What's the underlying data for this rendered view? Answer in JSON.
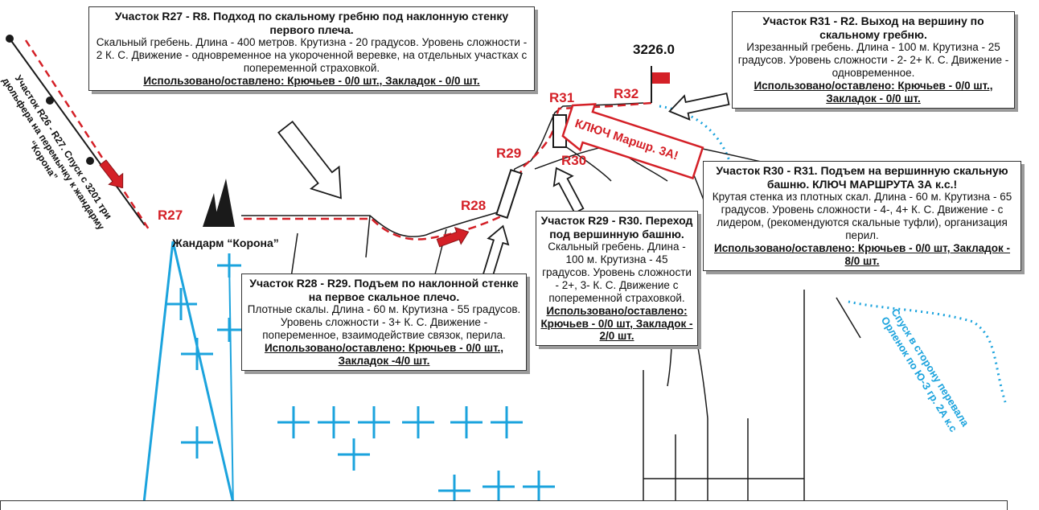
{
  "summit": {
    "elevation": "3226.0"
  },
  "points": {
    "r27": "R27",
    "r28": "R28",
    "r29": "R29",
    "r30": "R30",
    "r31": "R31",
    "r32": "R32"
  },
  "gendarme_label": "Жандарм “Корона”",
  "key_arrow_label": "КЛЮЧ Маршр. 3А!",
  "side_labels": {
    "left_descent": "Участок R26 - R27. Спуск с 3201 три дюльфера на перемычку к жандарму “Корона”",
    "descent_orlenok": "Спуск в сторону перевала Орленок по Ю-З гр. 2А к.с"
  },
  "boxes": {
    "r27_r8": {
      "title": "Участок R27 - R8. Подход по скальному гребню под наклонную стенку первого плеча.",
      "body": "Скальный гребень.  Длина - 400 метров. Крутизна - 20 градусов. Уровень сложности - 2 К. С. Движение - одновременное на укороченной веревке, на отдельных участках с попеременной страховкой.",
      "used": "Использовано/оставлено: Крючьев - 0/0 шт., Закладок - 0/0 шт."
    },
    "r31_r2": {
      "title": "Участок R31 - R2. Выход на вершину по скальному гребню.",
      "body": "Изрезанный гребень.  Длина - 100 м. Крутизна - 25 градусов. Уровень сложности - 2- 2+ К. С. Движение - одновременное.",
      "used": "Использовано/оставлено: Крючьев - 0/0 шт., Закладок - 0/0 шт."
    },
    "r30_r31": {
      "title": "Участок R30 - R31. Подъем на вершинную скальную башню. КЛЮЧ МАРШРУТА 3А к.с.!",
      "body": "Крутая стенка из плотных скал.  Длина - 60 м. Крутизна - 65 градусов. Уровень сложности - 4-, 4+ К. С. Движение - с лидером, (рекомендуются скальные туфли), организация перил.",
      "used": "Использовано/оставлено: Крючьев - 0/0 шт, Закладок - 8/0 шт."
    },
    "r29_r30": {
      "title": "Участок R29 - R30. Переход под вершинную башню.",
      "body": "Скальный гребень. Длина - 100 м. Крутизна - 45 градусов. Уровень сложности - 2+, 3- К. С. Движение с попеременной страховкой.",
      "used": "Использовано/оставлено: Крючьев - 0/0 шт, Закладок - 2/0 шт."
    },
    "r28_r29": {
      "title": "Участок R28 - R29. Подъем по наклонной стенке на первое скальное плечо.",
      "body": "Плотные скалы.  Длина - 60 м. Крутизна - 55 градусов. Уровень сложности - 3+ К. С. Движение - попеременное, взаимодействие связок, перила.",
      "used": "Использовано/оставлено: Крючьев - 0/0 шт., Закладок -4/0 шт."
    }
  },
  "colors": {
    "route": "#d42027",
    "glacier": "#1ba3dd",
    "ink": "#1a1a1a"
  }
}
